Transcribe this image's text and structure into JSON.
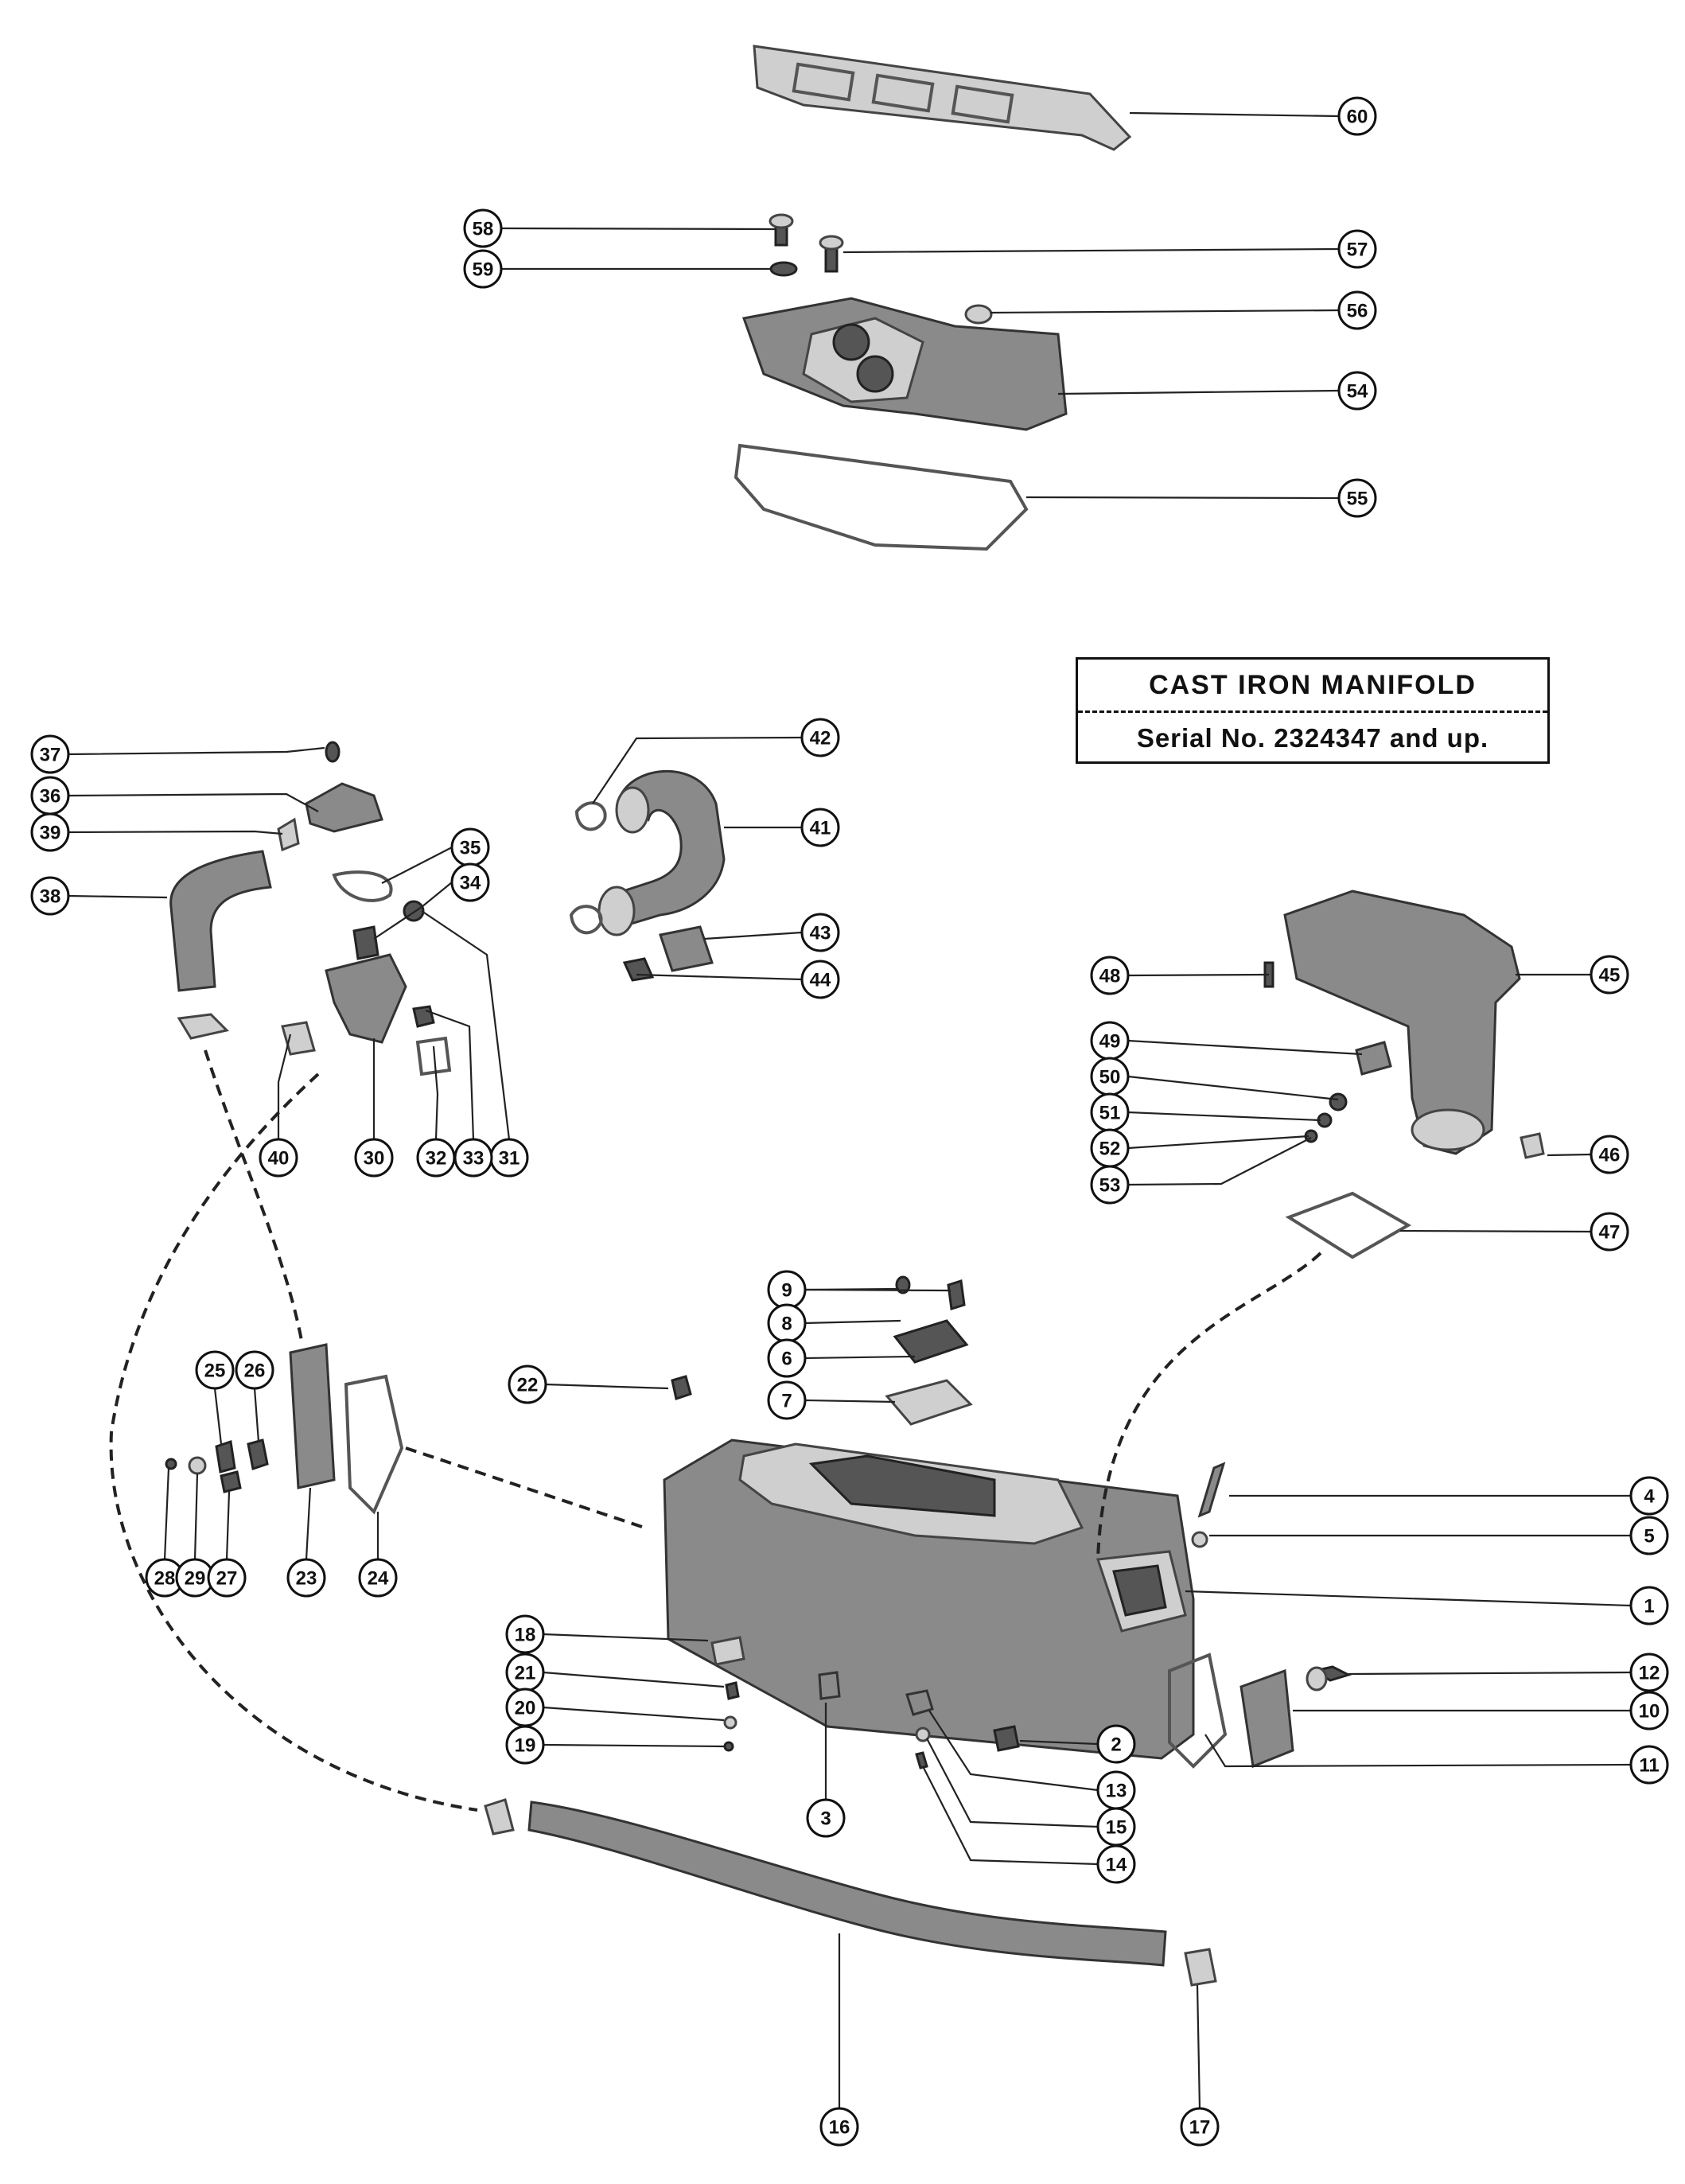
{
  "title_box": {
    "line1": "CAST IRON MANIFOLD",
    "line2": "Serial No. 2324347 and up."
  },
  "callouts": [
    "60",
    "58",
    "59",
    "57",
    "56",
    "54",
    "55",
    "37",
    "36",
    "39",
    "38",
    "35",
    "34",
    "31",
    "42",
    "41",
    "43",
    "44",
    "40",
    "30",
    "32",
    "33",
    "48",
    "45",
    "49",
    "50",
    "51",
    "52",
    "53",
    "46",
    "47",
    "9",
    "8",
    "6",
    "7",
    "22",
    "25",
    "26",
    "28",
    "29",
    "27",
    "23",
    "24",
    "4",
    "5",
    "1",
    "18",
    "21",
    "20",
    "19",
    "3",
    "2",
    "13",
    "15",
    "14",
    "12",
    "10",
    "11",
    "16",
    "17"
  ]
}
